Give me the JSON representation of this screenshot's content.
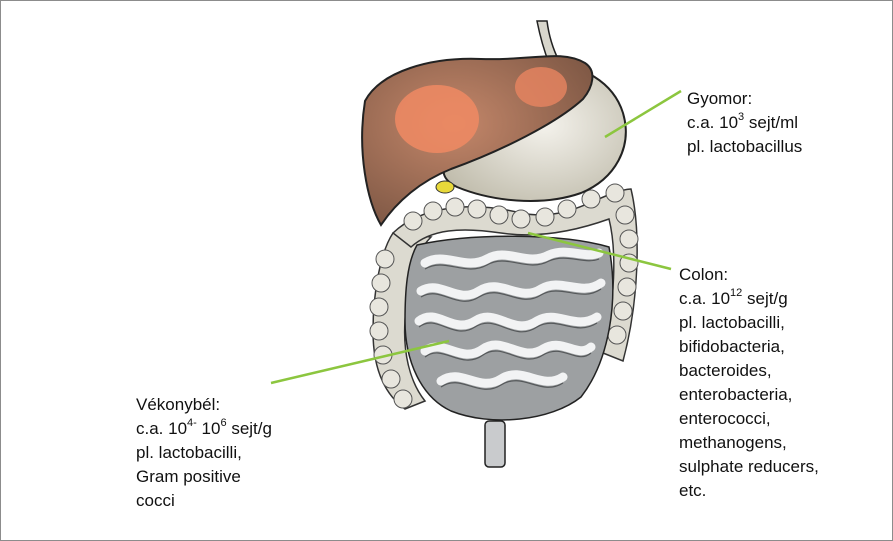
{
  "colors": {
    "leader_line": "#8cc63f",
    "liver": "#a9735a",
    "liver_highlight": "#f08a63",
    "stomach": "#e9e7df",
    "intestine": "#b9bbbd",
    "colon": "#dcdad0"
  },
  "labels": {
    "stomach": {
      "title": "Gyomor:",
      "count_prefix": "c.a. 10",
      "count_exp": "3",
      "count_suffix": " sejt/ml",
      "organisms": [
        "pl. lactobacillus"
      ]
    },
    "colon": {
      "title": "Colon:",
      "count_prefix": "c.a. 10",
      "count_exp": "12",
      "count_suffix": " sejt/g",
      "organisms": [
        "pl. lactobacilli,",
        "bifidobacteria,",
        "bacteroides,",
        "enterobacteria,",
        "enterococci,",
        "methanogens,",
        "sulphate reducers,",
        "etc."
      ]
    },
    "small_intestine": {
      "title": "Vékonybél:",
      "count_prefix": "c.a. 10",
      "count_exp_1": "4-",
      "count_mid": " 10",
      "count_exp_2": "6",
      "count_suffix": " sejt/g",
      "organisms": [
        "pl. lactobacilli,",
        "Gram positive",
        "cocci"
      ]
    }
  },
  "icons": {
    "organ": "digestive-system-illustration"
  }
}
